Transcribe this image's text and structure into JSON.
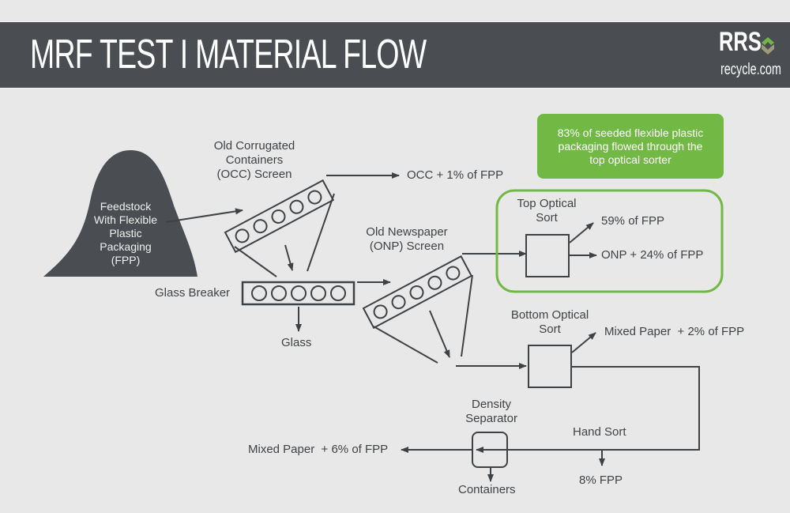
{
  "header": {
    "title": "MRF TEST I MATERIAL FLOW",
    "logo_brand": "RRS",
    "logo_url": "recycle.com"
  },
  "colors": {
    "header_bg": "#4a4d51",
    "background": "#e8e8e8",
    "accent_green": "#72b844",
    "line": "#3f4245",
    "logo_green": "#72b844",
    "logo_olive": "#9c9c78"
  },
  "feedstock": {
    "lines": [
      "Feedstock",
      "With Flexible",
      "Plastic",
      "Packaging",
      "(FPP)"
    ]
  },
  "nodes": {
    "occ_screen": [
      "Old Corrugated",
      "Containers",
      "(OCC) Screen"
    ],
    "glass_breaker": "Glass Breaker",
    "onp_screen": [
      "Old Newspaper",
      "(ONP) Screen"
    ],
    "top_optical": [
      "Top Optical",
      "Sort"
    ],
    "bottom_optical": [
      "Bottom Optical",
      "Sort"
    ],
    "density_separator": [
      "Density",
      "Separator"
    ],
    "hand_sort": "Hand Sort"
  },
  "outputs": {
    "occ": "OCC + 1% of FPP",
    "glass": "Glass",
    "top_fpp": "59% of FPP",
    "top_onp": "ONP + 24% of FPP",
    "bottom_mixed": "Mixed Paper  + 2% of FPP",
    "density_mixed": "Mixed Paper  + 6% of FPP",
    "containers": "Containers",
    "hand_fpp": "8% FPP"
  },
  "callout": {
    "lines": [
      "83% of seeded flexible plastic",
      "packaging flowed through the",
      "top optical sorter"
    ]
  }
}
